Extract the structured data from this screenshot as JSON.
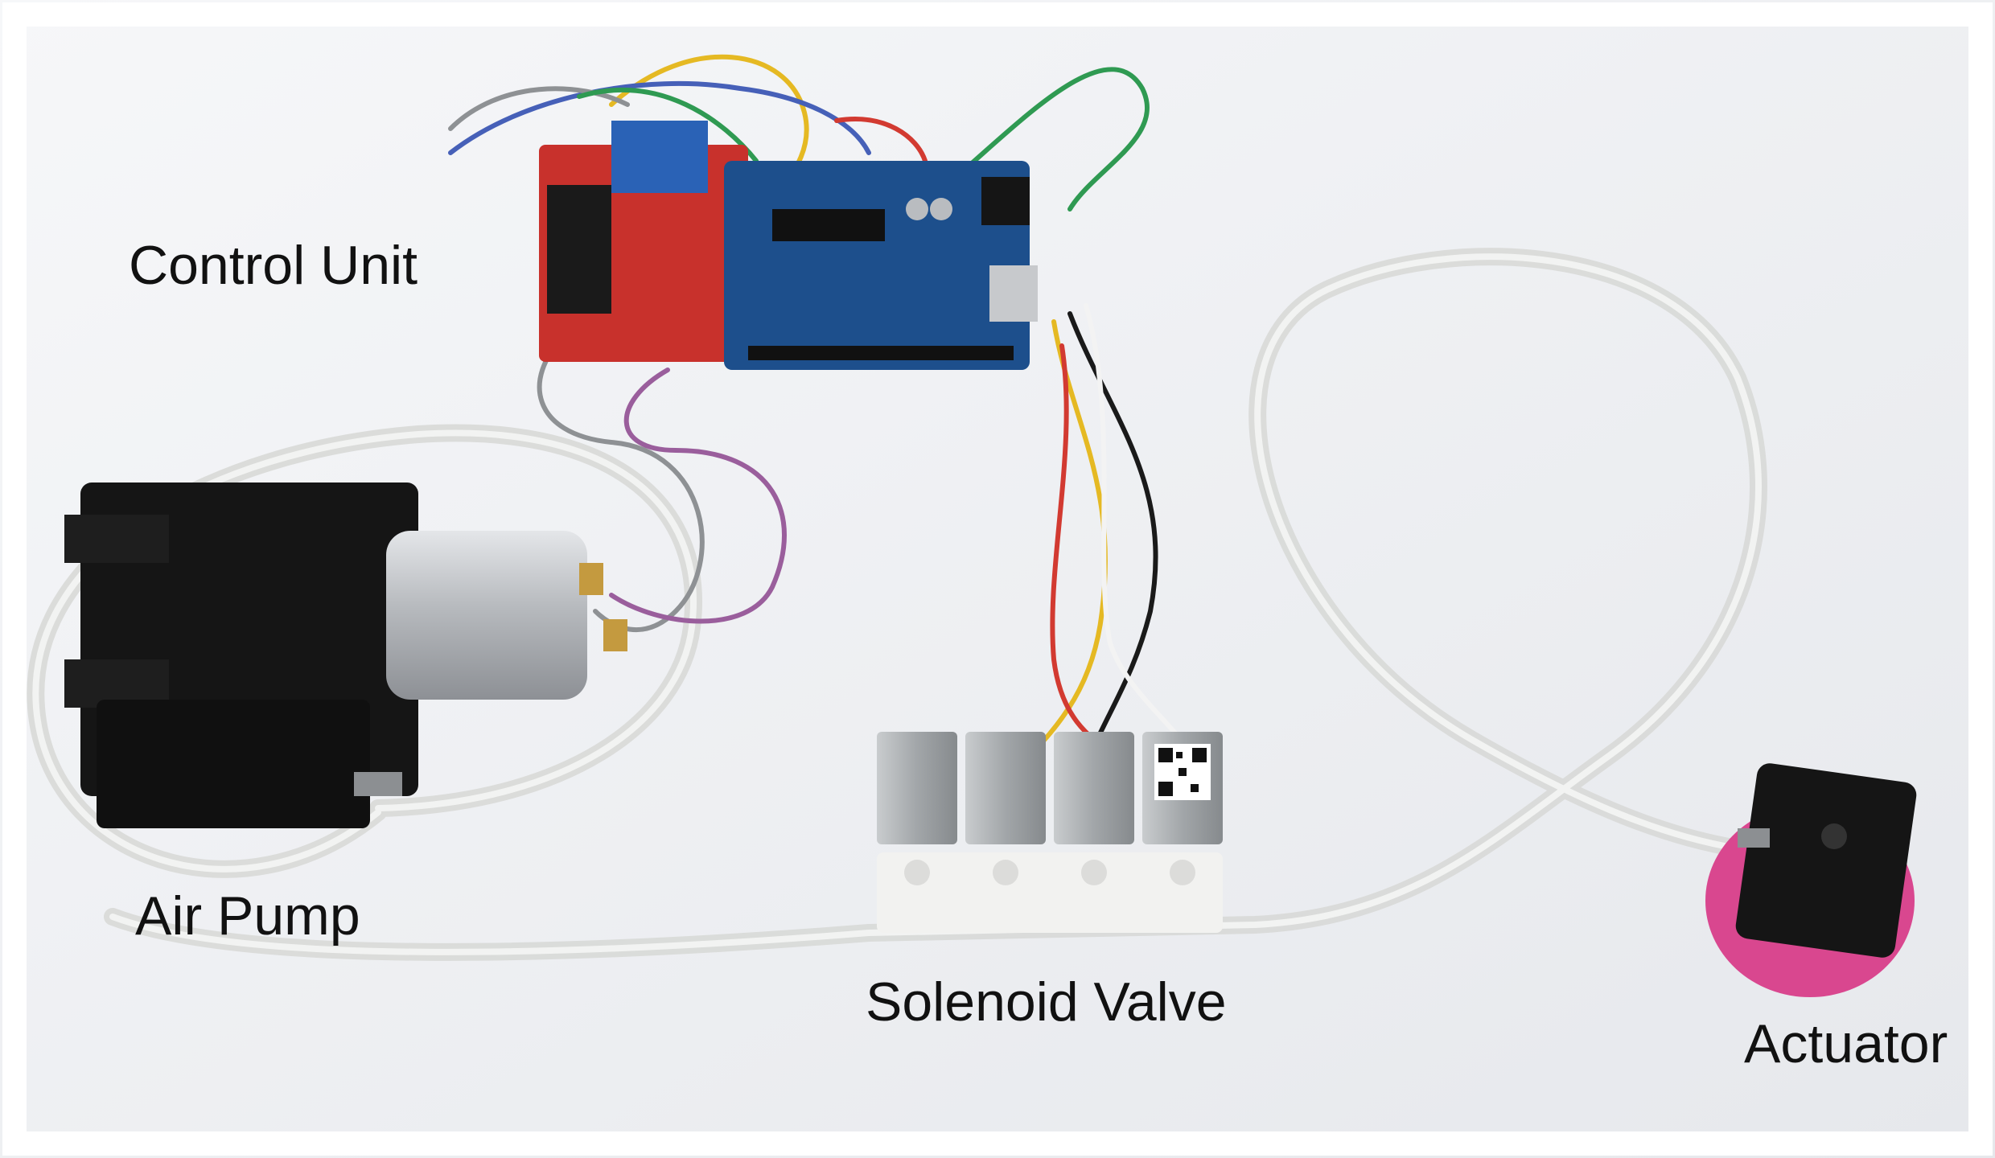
{
  "labels": {
    "control_unit": "Control Unit",
    "air_pump": "Air Pump",
    "solenoid_valve": "Solenoid Valve",
    "actuator": "Actuator"
  },
  "colors": {
    "background": "#eef0f3",
    "tube": "#e6e7e6",
    "pump_body": "#151515",
    "motor_can": "#b9bcc0",
    "board_blue": "#1d4f8c",
    "driver_red": "#c8312c",
    "valve_metal": "#a4a8ab",
    "actuator_pink": "#d9478f",
    "label_text": "#111111"
  }
}
